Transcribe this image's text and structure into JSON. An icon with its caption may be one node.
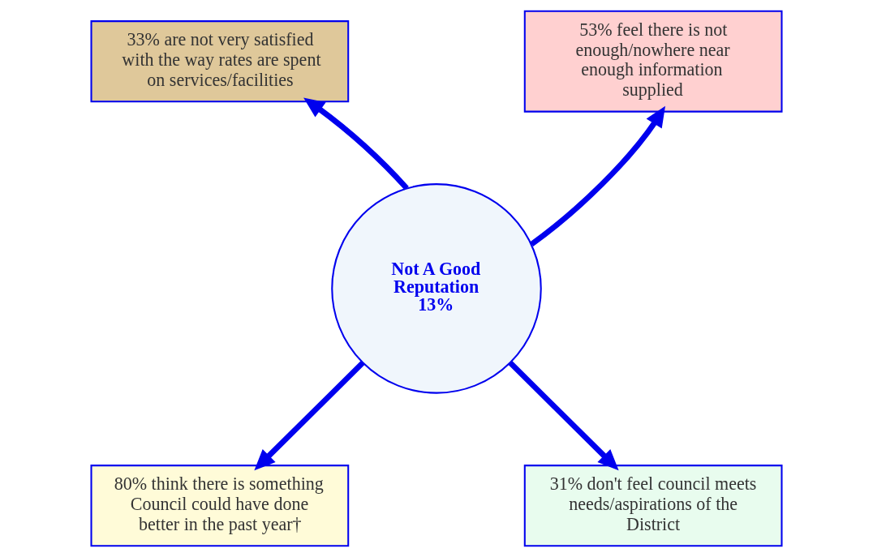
{
  "diagram": {
    "nodes": [
      {
        "text": [
          "Not A Good Reputation 13%"
        ]
      },
      {
        "text": [
          "33% are not very satisfied with the way rates are spent on services/facilities"
        ]
      },
      {
        "text": [
          "53% feel there is not enough/nowhere near enough information supplied"
        ]
      },
      {
        "text": [
          "80% think there is something Council could have done better in the past year†"
        ]
      },
      {
        "text": [
          "31% don't feel council meets needs/aspirations of the District"
        ]
      }
    ],
    "edges": [
      {
        "from": 0,
        "to": 1,
        "arrow": "to"
      },
      {
        "from": 0,
        "to": 2,
        "arrow": "to"
      },
      {
        "from": 0,
        "to": 3,
        "arrow": "to"
      },
      {
        "from": 0,
        "to": 4,
        "arrow": "to"
      }
    ]
  }
}
